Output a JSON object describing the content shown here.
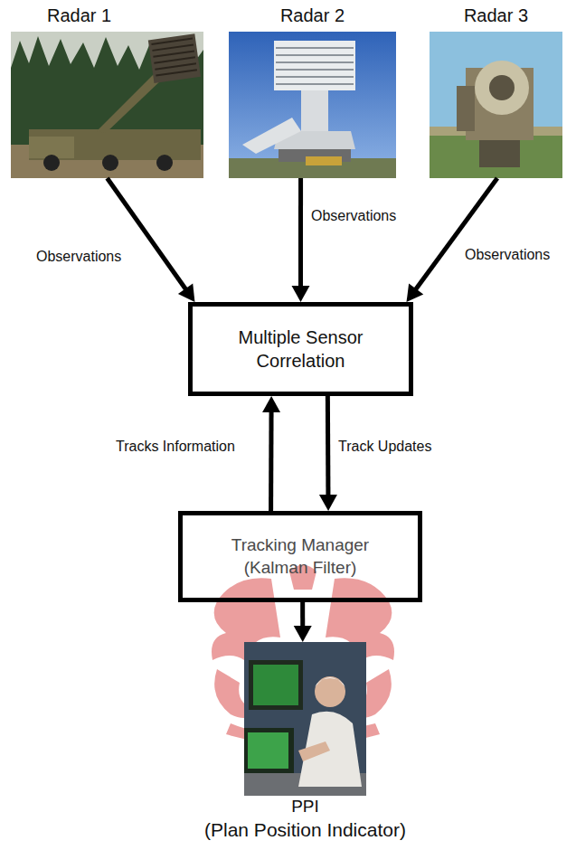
{
  "diagram": {
    "nodes": [
      {
        "text": [
          "Radar 1"
        ]
      },
      {
        "text": [
          "Radar 2"
        ]
      },
      {
        "text": [
          "Radar 3"
        ]
      },
      {
        "text": [
          "Multiple Sensor Correlation"
        ]
      },
      {
        "text": [
          "Tracking Manager",
          "(Kalman Filter)"
        ]
      },
      {
        "text": [
          "PPI",
          "(Plan Position Indicator)"
        ]
      }
    ],
    "edges": [
      {
        "from": 0,
        "to": 3,
        "arrow": "to",
        "label": "Observations"
      },
      {
        "from": 1,
        "to": 3,
        "arrow": "to",
        "label": "Observations"
      },
      {
        "from": 2,
        "to": 3,
        "arrow": "to",
        "label": "Observations"
      },
      {
        "from": 4,
        "to": 3,
        "arrow": "to",
        "label": "Tracks Information"
      },
      {
        "from": 3,
        "to": 4,
        "arrow": "to",
        "label": "Track Updates"
      },
      {
        "from": 4,
        "to": 5,
        "arrow": "to"
      }
    ]
  }
}
